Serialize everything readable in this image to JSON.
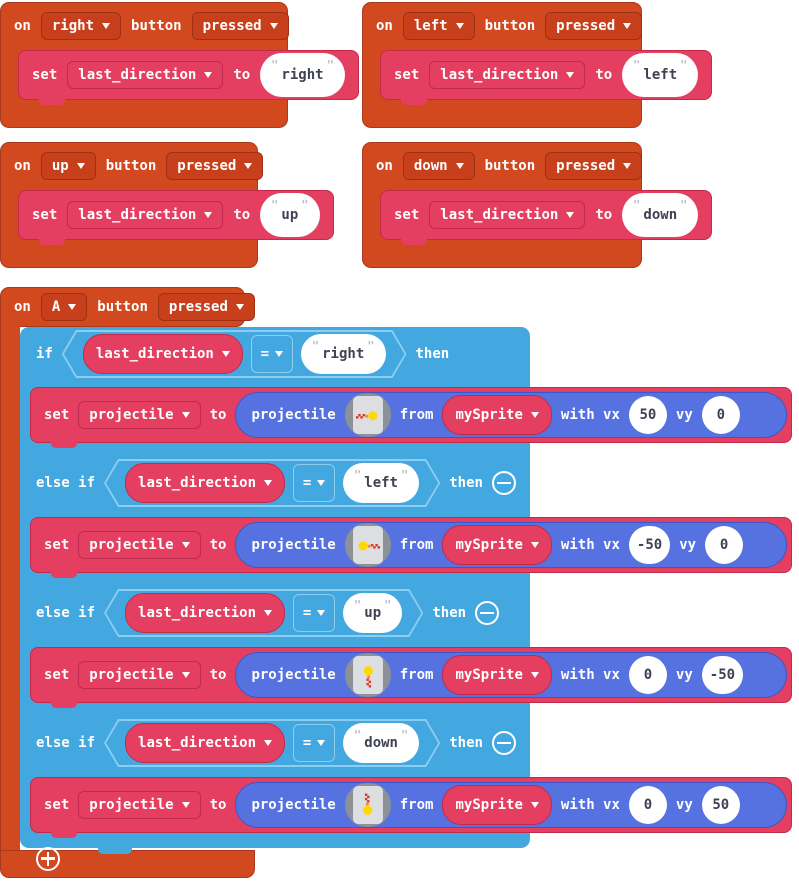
{
  "ui": {
    "quote": "\""
  },
  "colors": {
    "background": "#ffffff",
    "controller_orange": "#d2481f",
    "controller_orange_border": "#a8391a",
    "variables_pink": "#e43f60",
    "variables_pink_border": "#c32a4a",
    "logic_blue": "#44a8e0",
    "logic_blue_outline": "#8ccdf2",
    "sprites_indigo": "#5572e0",
    "sprites_indigo_border": "#3c58c8",
    "value_text": "#3f4254",
    "image_field_gray": "#8b9197",
    "image_canvas_gray": "#dcdee1",
    "projectile_yellow": "#ffd800",
    "projectile_red": "#d63a22",
    "projectile_orange": "#ff8a2a"
  },
  "hat_groups": [
    {
      "on": "on",
      "direction": "right",
      "button": "button",
      "event": "pressed",
      "set": "set",
      "variable": "last_direction",
      "to": "to",
      "value": "right"
    },
    {
      "on": "on",
      "direction": "left",
      "button": "button",
      "event": "pressed",
      "set": "set",
      "variable": "last_direction",
      "to": "to",
      "value": "left"
    },
    {
      "on": "on",
      "direction": "up",
      "button": "button",
      "event": "pressed",
      "set": "set",
      "variable": "last_direction",
      "to": "to",
      "value": "up"
    },
    {
      "on": "on",
      "direction": "down",
      "button": "button",
      "event": "pressed",
      "set": "set",
      "variable": "last_direction",
      "to": "to",
      "value": "down"
    }
  ],
  "main": {
    "hat": {
      "on": "on",
      "direction": "A",
      "button": "button",
      "event": "pressed"
    },
    "branches": [
      {
        "keyword": "if",
        "variable": "last_direction",
        "operator": "=",
        "value": "right",
        "then": "then",
        "stmt": {
          "set": "set",
          "variable": "projectile",
          "to": "to",
          "fn": "projectile",
          "from": "from",
          "sprite": "mySprite",
          "vx_label": "with vx",
          "vx": "50",
          "vy_label": "vy",
          "vy": "0"
        }
      },
      {
        "keyword": "else if",
        "variable": "last_direction",
        "operator": "=",
        "value": "left",
        "then": "then",
        "stmt": {
          "set": "set",
          "variable": "projectile",
          "to": "to",
          "fn": "projectile",
          "from": "from",
          "sprite": "mySprite",
          "vx_label": "with vx",
          "vx": "-50",
          "vy_label": "vy",
          "vy": "0"
        }
      },
      {
        "keyword": "else if",
        "variable": "last_direction",
        "operator": "=",
        "value": "up",
        "then": "then",
        "stmt": {
          "set": "set",
          "variable": "projectile",
          "to": "to",
          "fn": "projectile",
          "from": "from",
          "sprite": "mySprite",
          "vx_label": "with vx",
          "vx": "0",
          "vy_label": "vy",
          "vy": "-50"
        }
      },
      {
        "keyword": "else if",
        "variable": "last_direction",
        "operator": "=",
        "value": "down",
        "then": "then",
        "stmt": {
          "set": "set",
          "variable": "projectile",
          "to": "to",
          "fn": "projectile",
          "from": "from",
          "sprite": "mySprite",
          "vx_label": "with vx",
          "vx": "0",
          "vy_label": "vy",
          "vy": "50"
        }
      }
    ]
  }
}
